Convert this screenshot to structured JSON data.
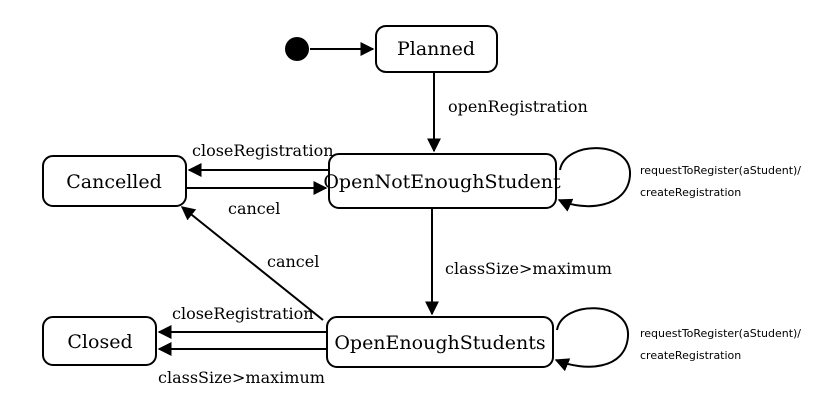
{
  "states": {
    "planned": "Planned",
    "cancelled": "Cancelled",
    "open_not_enough": "OpenNotEnoughStudent",
    "closed": "Closed",
    "open_enough": "OpenEnoughStudents"
  },
  "transitions": {
    "open_registration": "openRegistration",
    "close_registration_top": "closeRegistration",
    "cancel_top": "cancel",
    "cancel_diag": "cancel",
    "class_size_mid": "classSize>maximum",
    "close_registration_bottom": "closeRegistration",
    "class_size_bottom": "classSize>maximum",
    "self_loop_top_line1": "requestToRegister(aStudent)/",
    "self_loop_top_line2": "createRegistration",
    "self_loop_bottom_line1": "requestToRegister(aStudent)/",
    "self_loop_bottom_line2": "createRegistration"
  }
}
